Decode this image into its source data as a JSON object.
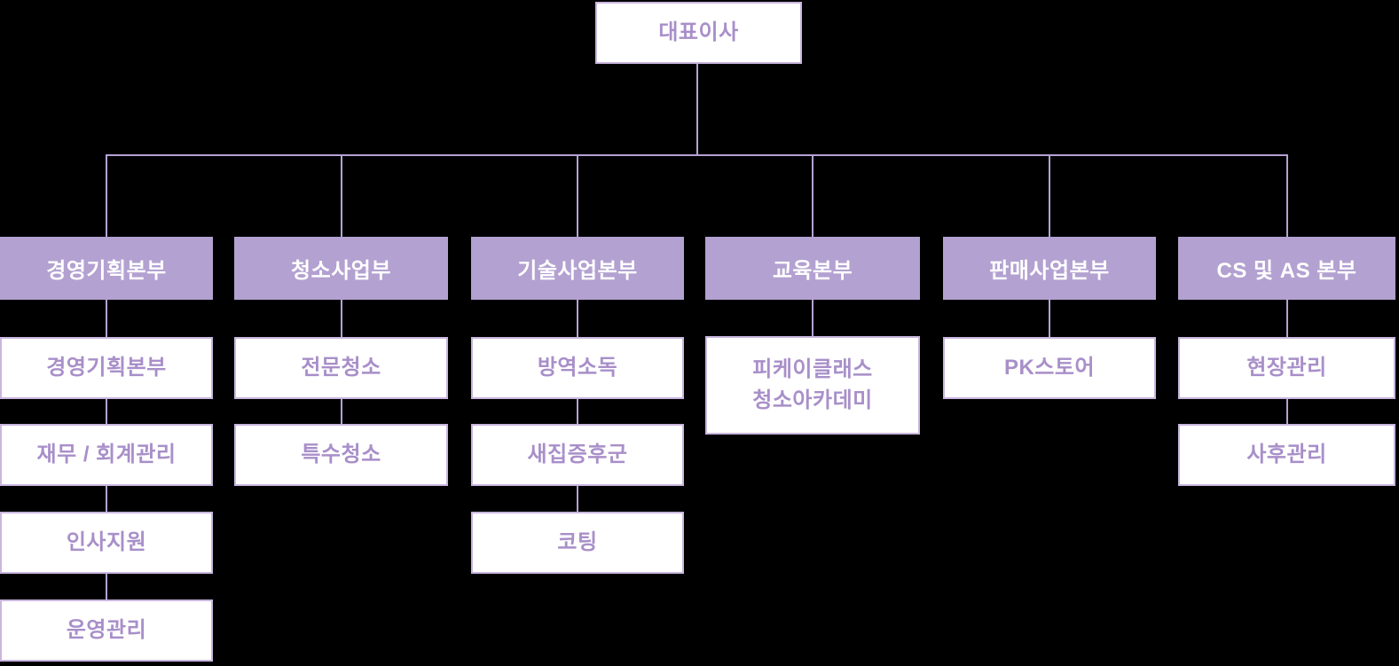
{
  "chart": {
    "type": "org-chart",
    "root": "대표이사",
    "columns": [
      {
        "header": "경영기획본부",
        "children": [
          "경영기획본부",
          "재무 / 회계관리",
          "인사지원",
          "운영관리"
        ]
      },
      {
        "header": "청소사업부",
        "children": [
          "전문청소",
          "특수청소"
        ]
      },
      {
        "header": "기술사업본부",
        "children": [
          "방역소독",
          "새집증후군",
          "코팅"
        ]
      },
      {
        "header": "교육본부",
        "children": [
          "피케이클래스\n청소아카데미"
        ]
      },
      {
        "header": "판매사업본부",
        "children": [
          "PK스토어"
        ]
      },
      {
        "header": "CS 및 AS 본부",
        "children": [
          "현장관리",
          "사후관리"
        ]
      }
    ],
    "colors": {
      "background": "#000000",
      "header_fill": "#b3a1d1",
      "header_text": "#ffffff",
      "node_fill": "#ffffff",
      "node_border": "#c9b6de",
      "node_text": "#a88fc9",
      "line": "#b5a2d4"
    }
  }
}
